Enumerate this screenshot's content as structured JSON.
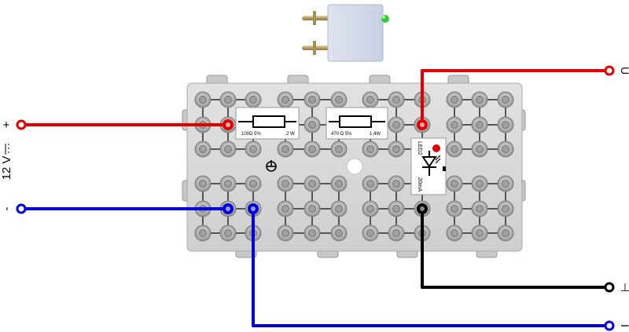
{
  "supply": {
    "voltage_label": "12 V",
    "plus_sign": "+",
    "minus_sign": "-"
  },
  "terminals": {
    "u_label": "U",
    "black_label": "⊣",
    "blue_label": "I"
  },
  "components": {
    "resistor_1": {
      "value": "100Ω  5%",
      "power": "2 W"
    },
    "resistor_2": {
      "value": "470 Ω 5%",
      "power": "1.4W"
    },
    "led": {
      "name": "LED2",
      "current": "20mA"
    }
  },
  "colors": {
    "red_wire": "#e00000",
    "blue_wire": "#0000dd",
    "black_wire": "#000000",
    "board": "#d6d6d6",
    "socket": "#b4b4b4"
  },
  "icons": [
    "ground-symbol-icon",
    "led-symbol-icon",
    "resistor-symbol-icon",
    "plug-component-icon"
  ]
}
